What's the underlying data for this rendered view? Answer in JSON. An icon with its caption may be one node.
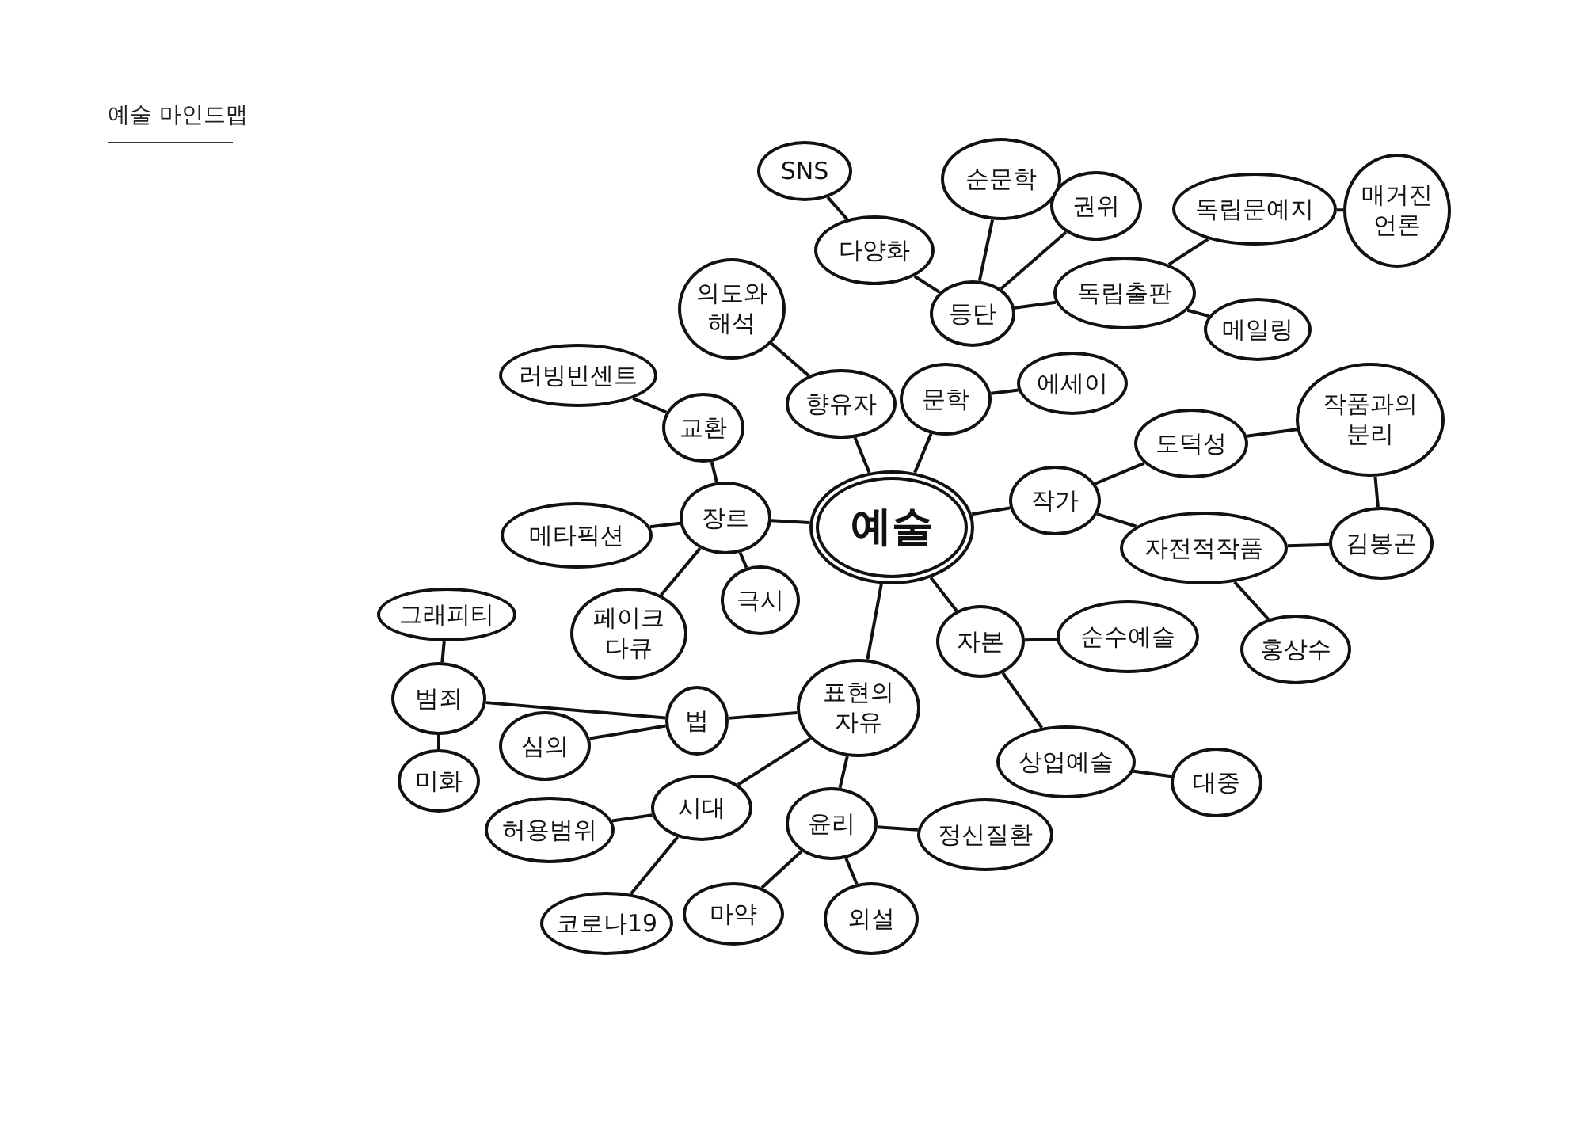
{
  "diagram": {
    "title": "예술 마인드맵",
    "nodes": [
      {
        "text": [
          "예술"
        ]
      },
      {
        "text": [
          "문학"
        ]
      },
      {
        "text": [
          "에세이"
        ]
      },
      {
        "text": [
          "등단"
        ]
      },
      {
        "text": [
          "순문학"
        ]
      },
      {
        "text": [
          "권위"
        ]
      },
      {
        "text": [
          "다양화"
        ]
      },
      {
        "text": [
          "SNS"
        ]
      },
      {
        "text": [
          "독립출판"
        ]
      },
      {
        "text": [
          "독립문예지"
        ]
      },
      {
        "text": [
          "매거진 언론"
        ]
      },
      {
        "text": [
          "메일링"
        ]
      },
      {
        "text": [
          "향유자"
        ]
      },
      {
        "text": [
          "의도와 해석"
        ]
      },
      {
        "text": [
          "장르"
        ]
      },
      {
        "text": [
          "교환"
        ]
      },
      {
        "text": [
          "러빙빈센트"
        ]
      },
      {
        "text": [
          "메타픽션"
        ]
      },
      {
        "text": [
          "페이크 다큐"
        ]
      },
      {
        "text": [
          "극시"
        ]
      },
      {
        "text": [
          "작가"
        ]
      },
      {
        "text": [
          "도덕성"
        ]
      },
      {
        "text": [
          "작품과의 분리"
        ]
      },
      {
        "text": [
          "자전적작품"
        ]
      },
      {
        "text": [
          "김봉곤"
        ]
      },
      {
        "text": [
          "홍상수"
        ]
      },
      {
        "text": [
          "자본"
        ]
      },
      {
        "text": [
          "순수예술"
        ]
      },
      {
        "text": [
          "상업예술"
        ]
      },
      {
        "text": [
          "대중"
        ]
      },
      {
        "text": [
          "표현의 자유"
        ]
      },
      {
        "text": [
          "법"
        ]
      },
      {
        "text": [
          "범죄"
        ]
      },
      {
        "text": [
          "그래피티"
        ]
      },
      {
        "text": [
          "미화"
        ]
      },
      {
        "text": [
          "심의"
        ]
      },
      {
        "text": [
          "시대"
        ]
      },
      {
        "text": [
          "허용범위"
        ]
      },
      {
        "text": [
          "코로나19"
        ]
      },
      {
        "text": [
          "윤리"
        ]
      },
      {
        "text": [
          "정신질환"
        ]
      },
      {
        "text": [
          "마약"
        ]
      },
      {
        "text": [
          "외설"
        ]
      }
    ],
    "edges": [
      {
        "from": 0,
        "to": 1,
        "arrow": "none"
      },
      {
        "from": 1,
        "to": 2,
        "arrow": "none"
      },
      {
        "from": 3,
        "to": 6,
        "arrow": "none"
      },
      {
        "from": 6,
        "to": 7,
        "arrow": "none"
      },
      {
        "from": 3,
        "to": 4,
        "arrow": "none"
      },
      {
        "from": 3,
        "to": 5,
        "arrow": "none"
      },
      {
        "from": 3,
        "to": 8,
        "arrow": "none"
      },
      {
        "from": 8,
        "to": 9,
        "arrow": "none"
      },
      {
        "from": 9,
        "to": 10,
        "arrow": "none"
      },
      {
        "from": 8,
        "to": 11,
        "arrow": "none"
      },
      {
        "from": 0,
        "to": 12,
        "arrow": "none"
      },
      {
        "from": 12,
        "to": 13,
        "arrow": "none"
      },
      {
        "from": 0,
        "to": 14,
        "arrow": "none"
      },
      {
        "from": 14,
        "to": 15,
        "arrow": "none"
      },
      {
        "from": 15,
        "to": 16,
        "arrow": "none"
      },
      {
        "from": 14,
        "to": 17,
        "arrow": "none"
      },
      {
        "from": 14,
        "to": 18,
        "arrow": "none"
      },
      {
        "from": 14,
        "to": 19,
        "arrow": "none"
      },
      {
        "from": 0,
        "to": 20,
        "arrow": "none"
      },
      {
        "from": 20,
        "to": 21,
        "arrow": "none"
      },
      {
        "from": 21,
        "to": 22,
        "arrow": "none"
      },
      {
        "from": 20,
        "to": 23,
        "arrow": "none"
      },
      {
        "from": 23,
        "to": 24,
        "arrow": "none"
      },
      {
        "from": 22,
        "to": 24,
        "arrow": "none"
      },
      {
        "from": 23,
        "to": 25,
        "arrow": "none"
      },
      {
        "from": 0,
        "to": 26,
        "arrow": "none"
      },
      {
        "from": 26,
        "to": 27,
        "arrow": "none"
      },
      {
        "from": 26,
        "to": 28,
        "arrow": "none"
      },
      {
        "from": 28,
        "to": 29,
        "arrow": "none"
      },
      {
        "from": 0,
        "to": 30,
        "arrow": "none"
      },
      {
        "from": 30,
        "to": 31,
        "arrow": "none"
      },
      {
        "from": 31,
        "to": 32,
        "arrow": "none"
      },
      {
        "from": 32,
        "to": 33,
        "arrow": "none"
      },
      {
        "from": 32,
        "to": 34,
        "arrow": "none"
      },
      {
        "from": 31,
        "to": 35,
        "arrow": "none"
      },
      {
        "from": 30,
        "to": 36,
        "arrow": "none"
      },
      {
        "from": 36,
        "to": 37,
        "arrow": "none"
      },
      {
        "from": 36,
        "to": 38,
        "arrow": "none"
      },
      {
        "from": 30,
        "to": 39,
        "arrow": "none"
      },
      {
        "from": 39,
        "to": 40,
        "arrow": "none"
      },
      {
        "from": 39,
        "to": 41,
        "arrow": "none"
      },
      {
        "from": 39,
        "to": 42,
        "arrow": "none"
      }
    ]
  }
}
